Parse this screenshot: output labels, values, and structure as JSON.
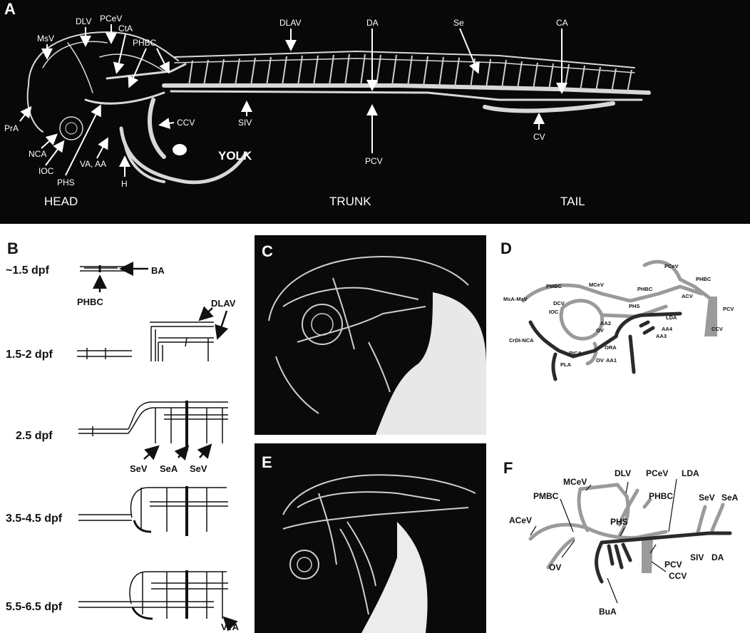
{
  "panel_a": {
    "letter": "A",
    "labels": {
      "msv": "MsV",
      "dlv": "DLV",
      "pcev": "PCeV",
      "cta": "CtA",
      "phbc": "PHBC",
      "dlav": "DLAV",
      "da": "DA",
      "se": "Se",
      "ca": "CA",
      "pra": "PrA",
      "nca": "NCA",
      "ioc": "IOC",
      "phs": "PHS",
      "va_aa": "VA, AA",
      "h": "H",
      "ccv": "CCV",
      "siv": "SIV",
      "yolk": "YOLK",
      "pcv": "PCV",
      "cv": "CV",
      "head": "HEAD",
      "trunk": "TRUNK",
      "tail": "TAIL"
    }
  },
  "panel_b": {
    "letter": "B",
    "stages": [
      "~1.5 dpf",
      "1.5-2 dpf",
      "2.5 dpf",
      "3.5-4.5 dpf",
      "5.5-6.5 dpf"
    ],
    "labels": {
      "ba": "BA",
      "phbc": "PHBC",
      "dlav": "DLAV",
      "sev1": "SeV",
      "sea": "SeA",
      "sev2": "SeV",
      "vta": "VTA"
    }
  },
  "panel_c": {
    "letter": "C"
  },
  "panel_d": {
    "letter": "D",
    "labels": {
      "pcev": "PCeV",
      "phbc_top": "PHBC",
      "msa_msv": "MsA-MsV",
      "pmbc": "PMBC",
      "mcev": "MCeV",
      "phbc_mid": "PHBC",
      "acv": "ACV",
      "dcv": "DCV",
      "ioc": "IOC",
      "phs": "PHS",
      "pcv": "PCV",
      "lda": "LDA",
      "aa2": "AA2",
      "aa4": "AA4",
      "ov": "OV",
      "aa3": "AA3",
      "ccv": "CCV",
      "crdi_nca": "CrDI-NCA",
      "ora": "ORA",
      "pica": "PICA",
      "ov2": "OV",
      "aa1": "AA1",
      "pla": "PLA"
    }
  },
  "panel_e": {
    "letter": "E"
  },
  "panel_f": {
    "letter": "F",
    "labels": {
      "dlv": "DLV",
      "mcev": "MCeV",
      "pcev": "PCeV",
      "lda": "LDA",
      "pmbc": "PMBC",
      "phbc": "PHBC",
      "sev": "SeV",
      "sea": "SeA",
      "acev": "ACeV",
      "phs": "PHS",
      "ov": "OV",
      "pcv": "PCV",
      "siv": "SIV",
      "da": "DA",
      "ccv": "CCV",
      "bua": "BuA"
    }
  }
}
